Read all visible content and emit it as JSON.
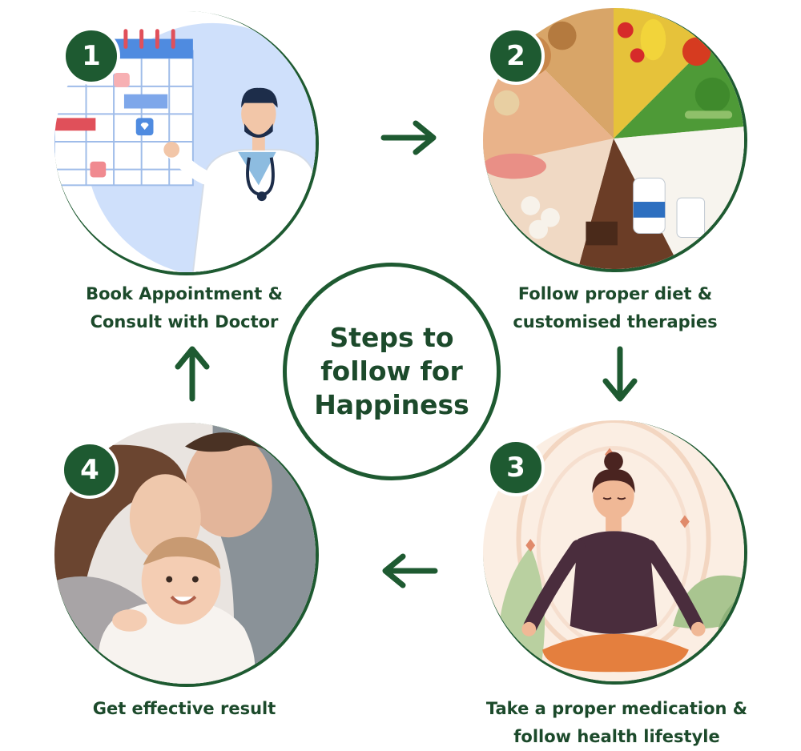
{
  "center": {
    "lines": [
      "Steps to",
      "follow for",
      "Happiness"
    ]
  },
  "steps": [
    {
      "number": "1",
      "caption_lines": [
        "Book Appointment &",
        "Consult with Doctor"
      ]
    },
    {
      "number": "2",
      "caption_lines": [
        "Follow proper diet &",
        "customised therapies"
      ]
    },
    {
      "number": "3",
      "caption_lines": [
        "Take a proper medication &",
        "follow health lifestyle"
      ]
    },
    {
      "number": "4",
      "caption_lines": [
        "Get effective result"
      ]
    }
  ],
  "colors": {
    "accent": "#1e5a31",
    "text": "#1c4a2b"
  },
  "icons": {
    "arrow_1_to_2": "arrow-right-icon",
    "arrow_2_to_3": "arrow-down-icon",
    "arrow_3_to_4": "arrow-left-icon",
    "arrow_4_to_1": "arrow-up-icon"
  }
}
